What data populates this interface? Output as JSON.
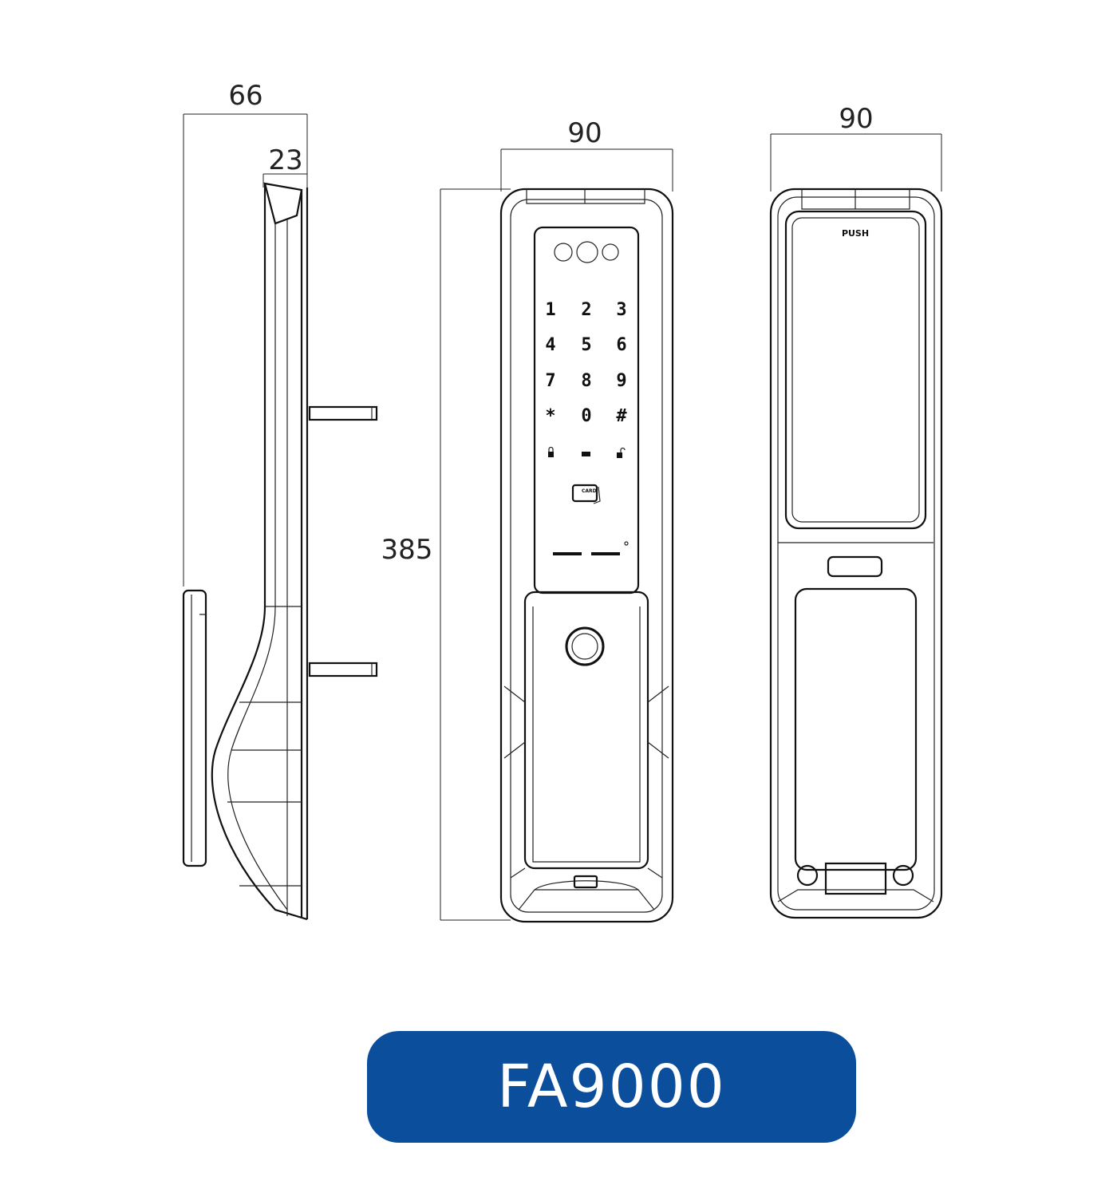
{
  "dimensions": {
    "side_depth": "66",
    "side_front_depth": "23",
    "front_width": "90",
    "back_width": "90",
    "height": "385"
  },
  "keypad": {
    "keys": [
      "1",
      "2",
      "3",
      "4",
      "5",
      "6",
      "7",
      "8",
      "9",
      "*",
      "0",
      "#"
    ],
    "card_label": "CARD"
  },
  "back_view": {
    "push_label": "PUSH"
  },
  "model": {
    "name": "FA9000",
    "badge_color": "#0b4f9c"
  }
}
